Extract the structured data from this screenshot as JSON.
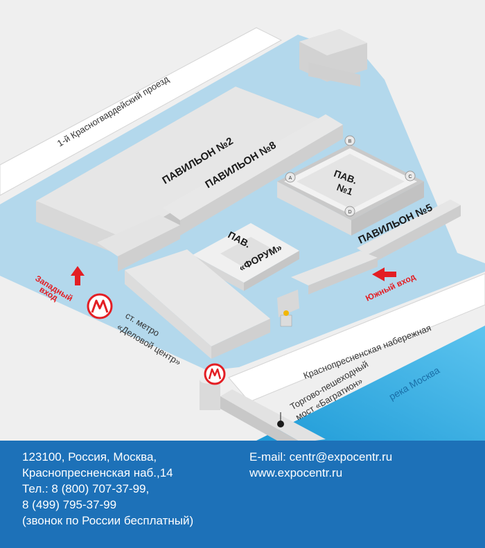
{
  "map": {
    "streets": {
      "krasnogvardeysky": "1-й Красногвардейский проезд",
      "naberezhnaya": "Краснопресненская набережная"
    },
    "river": "река Москва",
    "bridge": {
      "line1": "Торгово-пешеходный",
      "line2": "мост «Багратион»"
    },
    "metro": {
      "line1": "ст. метро",
      "line2": "«Деловой центр»"
    },
    "pavilions": {
      "p2": "ПАВИЛЬОН №2",
      "p8": "ПАВИЛЬОН №8",
      "p1_line1": "ПАВ.",
      "p1_line2": "№1",
      "p5": "ПАВИЛЬОН №5",
      "forum_line1": "ПАВ.",
      "forum_line2": "«ФОРУМ»"
    },
    "corners": [
      "A",
      "B",
      "C",
      "D"
    ],
    "entrances": {
      "west_line1": "Западный",
      "west_line2": "вход",
      "south": "Южный вход"
    },
    "colors": {
      "territory": "#b3d8ec",
      "river": "#29aae1",
      "entrance": "#e31e24",
      "building": "#e1e1e1",
      "footer": "#1d71b8"
    }
  },
  "footer": {
    "address": [
      "123100, Россия, Москва,",
      "Краснопресненская наб.,14",
      "Тел.: 8 (800) 707-37-99,",
      "8 (499) 795-37-99",
      "(звонок по России бесплатный)"
    ],
    "email": "E-mail: centr@expocentr.ru",
    "website": "www.expocentr.ru"
  }
}
